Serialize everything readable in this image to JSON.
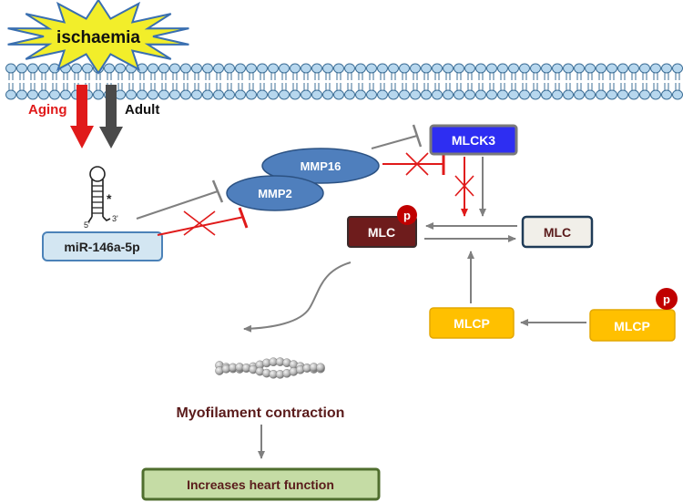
{
  "stimulus": {
    "label": "ischaemia"
  },
  "conditions": {
    "aging": "Aging",
    "adult": "Adult"
  },
  "mirna": {
    "label": "miR-146a-5p",
    "five_prime": "5'",
    "three_prime": "3'",
    "asterisk": "*"
  },
  "proteins": {
    "mmp16": "MMP16",
    "mmp2": "MMP2",
    "mlck3": "MLCK3",
    "mlc_phospho": "MLC",
    "mlc": "MLC",
    "mlcp": "MLCP",
    "mlcp_phospho": "MLCP",
    "phospho_badge": "p"
  },
  "outcomes": {
    "contraction": "Myofilament contraction",
    "heart": "Increases heart function"
  },
  "colors": {
    "burst_fill": "#f2ee2a",
    "burst_stroke": "#3a6fb0",
    "membrane_fill": "#b7d7ee",
    "membrane_stroke": "#3d6f97",
    "aging_arrow": "#e01a1a",
    "adult_arrow": "#4a4a4a",
    "mirna_box_fill": "#d3e6f2",
    "mirna_box_stroke": "#4b82b8",
    "mmp_fill": "#4f7fbd",
    "mmp_stroke": "#2c5283",
    "mlck3_fill": "#2e2ef2",
    "mlck3_stroke": "#7a7a7a",
    "mlc_phospho_fill": "#6e1c1c",
    "mlc_fill": "#f1efe9",
    "mlc_stroke": "#1f3b57",
    "mlcp_fill": "#ffc000",
    "mlcp_stroke": "#e3a700",
    "phospho_badge_fill": "#c00000",
    "outcome_text": "#5a1b1b",
    "heart_box_fill": "#c5dca5",
    "heart_box_stroke": "#4f6e2e",
    "inhibit_red": "#e01a1a",
    "connector_gray": "#808080"
  }
}
